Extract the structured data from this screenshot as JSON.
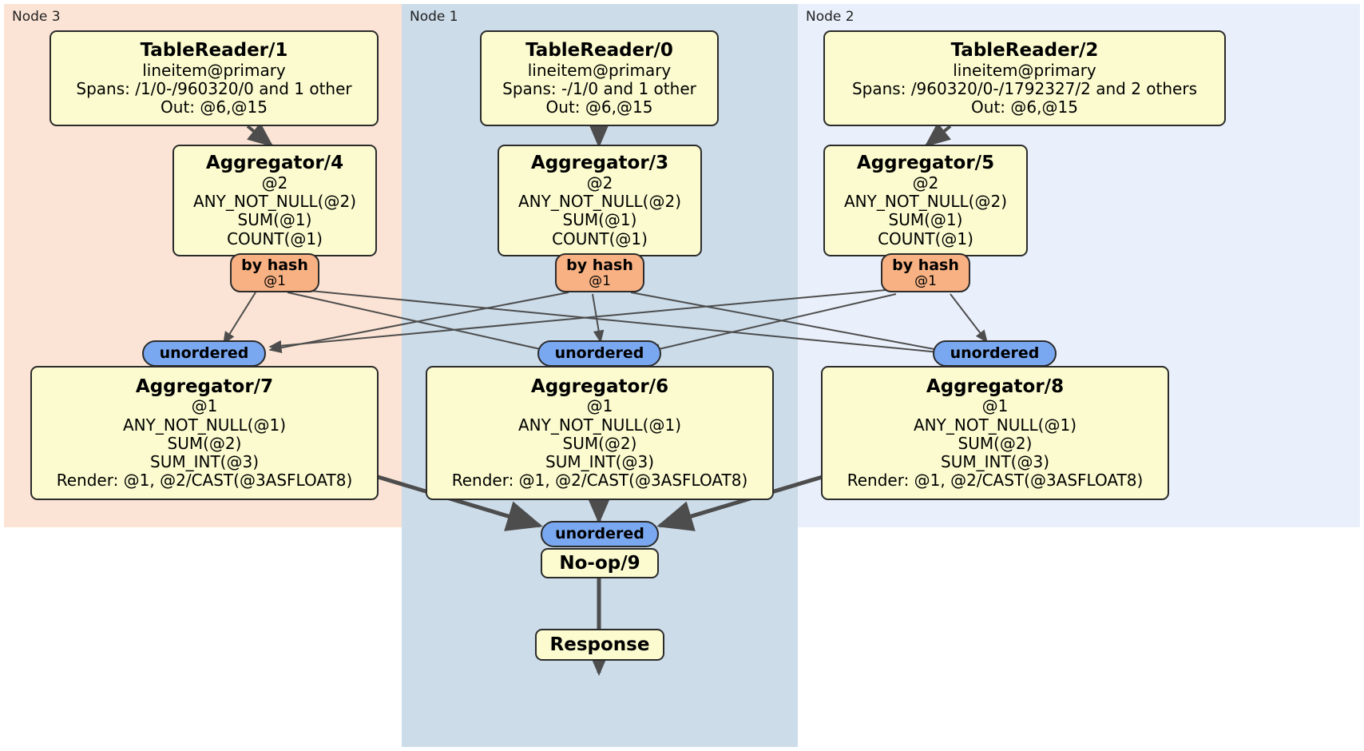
{
  "diagram": {
    "title": "Distributed query plan",
    "colors": {
      "node1_panel": "#ccdce9",
      "node2_panel": "#eaf0fb",
      "node3_panel": "#fbe4d5",
      "processor_box": "#fbfbcf",
      "hash_router": "#f7b183",
      "unordered_sync": "#7aa8f0",
      "edge": "#4d4d4d",
      "border": "#2b2b2b"
    }
  },
  "panels": [
    {
      "id": "node3",
      "label": "Node 3"
    },
    {
      "id": "node1",
      "label": "Node 1"
    },
    {
      "id": "node2",
      "label": "Node 2"
    }
  ],
  "processors": {
    "table_reader_1": {
      "title": "TableReader/1",
      "lines": [
        "lineitem@primary",
        "Spans: /1/0-/960320/0 and 1 other",
        "Out: @6,@15"
      ]
    },
    "table_reader_0": {
      "title": "TableReader/0",
      "lines": [
        "lineitem@primary",
        "Spans: -/1/0 and 1 other",
        "Out: @6,@15"
      ]
    },
    "table_reader_2": {
      "title": "TableReader/2",
      "lines": [
        "lineitem@primary",
        "Spans: /960320/0-/1792327/2 and 2 others",
        "Out: @6,@15"
      ]
    },
    "aggregator_4": {
      "title": "Aggregator/4",
      "lines": [
        "@2",
        "ANY_NOT_NULL(@2)",
        "SUM(@1)",
        "COUNT(@1)"
      ]
    },
    "aggregator_3": {
      "title": "Aggregator/3",
      "lines": [
        "@2",
        "ANY_NOT_NULL(@2)",
        "SUM(@1)",
        "COUNT(@1)"
      ]
    },
    "aggregator_5": {
      "title": "Aggregator/5",
      "lines": [
        "@2",
        "ANY_NOT_NULL(@2)",
        "SUM(@1)",
        "COUNT(@1)"
      ]
    },
    "aggregator_7": {
      "title": "Aggregator/7",
      "lines": [
        "@1",
        "ANY_NOT_NULL(@1)",
        "SUM(@2)",
        "SUM_INT(@3)",
        "Render: @1, @2/CAST(@3ASFLOAT8)"
      ]
    },
    "aggregator_6": {
      "title": "Aggregator/6",
      "lines": [
        "@1",
        "ANY_NOT_NULL(@1)",
        "SUM(@2)",
        "SUM_INT(@3)",
        "Render: @1, @2/CAST(@3ASFLOAT8)"
      ]
    },
    "aggregator_8": {
      "title": "Aggregator/8",
      "lines": [
        "@1",
        "ANY_NOT_NULL(@1)",
        "SUM(@2)",
        "SUM_INT(@3)",
        "Render: @1, @2/CAST(@3ASFLOAT8)"
      ]
    },
    "noop_9": {
      "title": "No-op/9",
      "lines": []
    },
    "response": {
      "title": "Response",
      "lines": []
    }
  },
  "routers": {
    "hash_4": {
      "title": "by hash",
      "sub": "@1"
    },
    "hash_3": {
      "title": "by hash",
      "sub": "@1"
    },
    "hash_5": {
      "title": "by hash",
      "sub": "@1"
    },
    "unordered_left": {
      "title": "unordered"
    },
    "unordered_center": {
      "title": "unordered"
    },
    "unordered_right": {
      "title": "unordered"
    },
    "unordered_final": {
      "title": "unordered"
    }
  }
}
